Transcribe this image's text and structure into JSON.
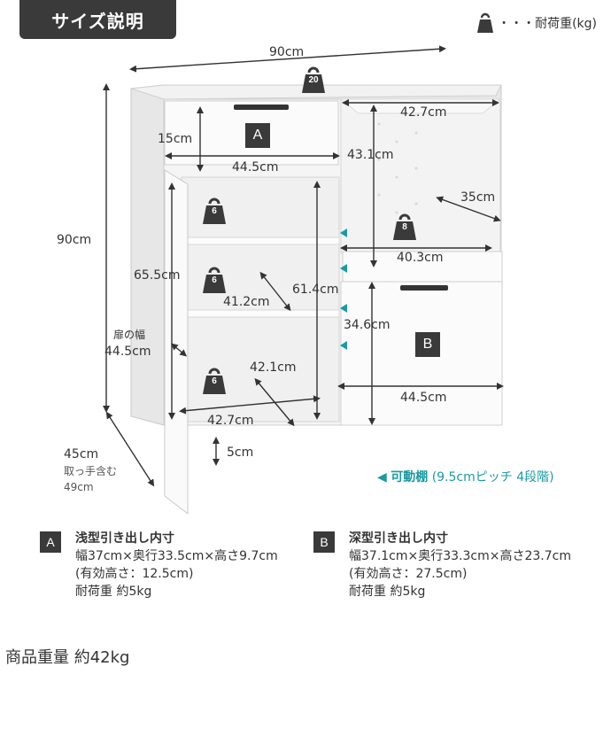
{
  "title": "サイズ説明",
  "legend": {
    "icon": "weight-icon",
    "text": "・・・耐荷重(kg)"
  },
  "colors": {
    "dark": "#3a3a3a",
    "accent": "#1a9aa3",
    "line": "#333333"
  },
  "dims": {
    "width_top": "90cm",
    "height_left": "90cm",
    "a_height": "15cm",
    "a_width": "44.5cm",
    "top_right_width": "42.7cm",
    "top_right_height": "43.1cm",
    "top_right_depth": "35cm",
    "right_shelf_width": "40.3cm",
    "left_inner_height": "65.5cm",
    "left_shelf_depth": "41.2cm",
    "left_inner_height2": "61.4cm",
    "b_height": "34.6cm",
    "b_width": "44.5cm",
    "door_width_label": "扉の幅",
    "door_width": "44.5cm",
    "bottom_depth": "42.1cm",
    "bottom_width": "42.7cm",
    "plinth": "5cm",
    "depth": "45cm",
    "depth_note1": "取っ手含む",
    "depth_note2": "49cm"
  },
  "loads": {
    "top": "20",
    "left1": "6",
    "left2": "6",
    "left3": "6",
    "right": "8"
  },
  "drawers": {
    "a": "A",
    "b": "B"
  },
  "shelf_note": {
    "marker": "◀",
    "label": "可動棚",
    "detail": "(9.5cmピッチ 4段階)"
  },
  "info_a": {
    "badge": "A",
    "title": "浅型引き出し内寸",
    "line1": "幅37cm×奥行33.5cm×高さ9.7cm",
    "line2": "(有効高さ：12.5cm)",
    "line3": "耐荷重 約5kg"
  },
  "info_b": {
    "badge": "B",
    "title": "深型引き出し内寸",
    "line1": "幅37.1cm×奥行33.3cm×高さ23.7cm",
    "line2": "(有効高さ：27.5cm)",
    "line3": "耐荷重 約5kg"
  },
  "product_weight": "商品重量 約42kg"
}
